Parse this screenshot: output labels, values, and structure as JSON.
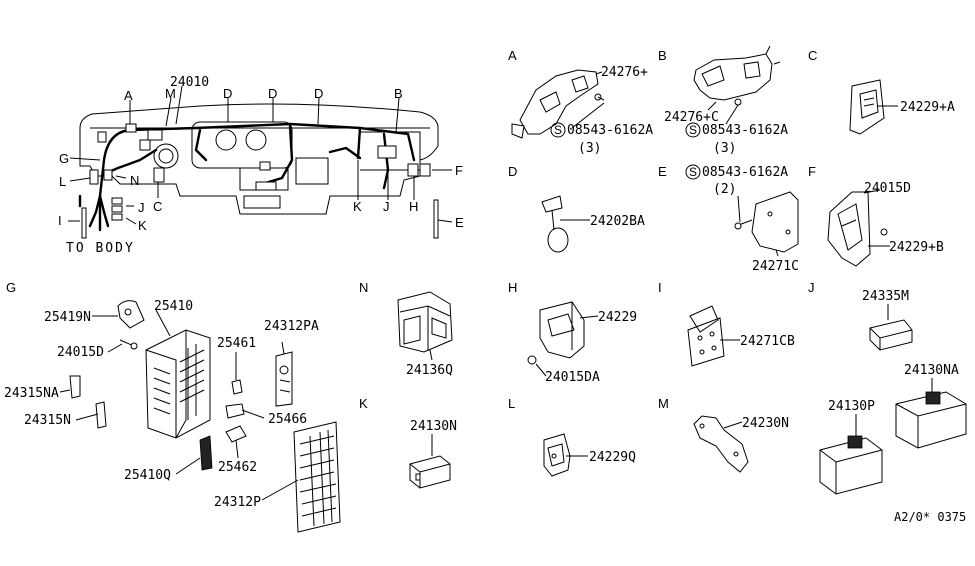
{
  "main_labels": {
    "part_24010": "24010",
    "a": "A",
    "m": "M",
    "d1": "D",
    "d2": "D",
    "d3": "D",
    "b": "B",
    "g": "G",
    "l": "L",
    "n": "N",
    "c": "C",
    "j1": "J",
    "k1": "K",
    "k2": "K",
    "j2": "J",
    "h": "H",
    "f": "F",
    "i": "I",
    "e": "E",
    "to_body": "TO BODY"
  },
  "sections": [
    {
      "letter": "A",
      "parts": [
        "24276+",
        "08543-6162A",
        "(3)"
      ]
    },
    {
      "letter": "B",
      "parts": [
        "24276+C",
        "08543-6162A",
        "(3)"
      ]
    },
    {
      "letter": "C",
      "parts": [
        "24229+A"
      ]
    },
    {
      "letter": "D",
      "parts": [
        "24202BA"
      ]
    },
    {
      "letter": "E",
      "parts": [
        "08543-6162A",
        "(2)",
        "24271C"
      ]
    },
    {
      "letter": "F",
      "parts": [
        "24015D",
        "24229+B"
      ]
    },
    {
      "letter": "G",
      "parts": [
        "25419N",
        "25410",
        "24015D",
        "24315NA",
        "24315N",
        "25461",
        "24312PA",
        "25466",
        "25462",
        "25410Q",
        "24312P"
      ]
    },
    {
      "letter": "N",
      "parts": [
        "24136Q"
      ]
    },
    {
      "letter": "H",
      "parts": [
        "24229",
        "24015DA"
      ]
    },
    {
      "letter": "I",
      "parts": [
        "24271CB"
      ]
    },
    {
      "letter": "J",
      "parts": [
        "24335M",
        "24130NA",
        "24130P"
      ]
    },
    {
      "letter": "K",
      "parts": [
        "24130N"
      ]
    },
    {
      "letter": "L",
      "parts": [
        "24229Q"
      ]
    },
    {
      "letter": "M",
      "parts": [
        "24230N"
      ]
    }
  ],
  "screw_symbol": "S",
  "footer_code": "A2/0* 0375"
}
